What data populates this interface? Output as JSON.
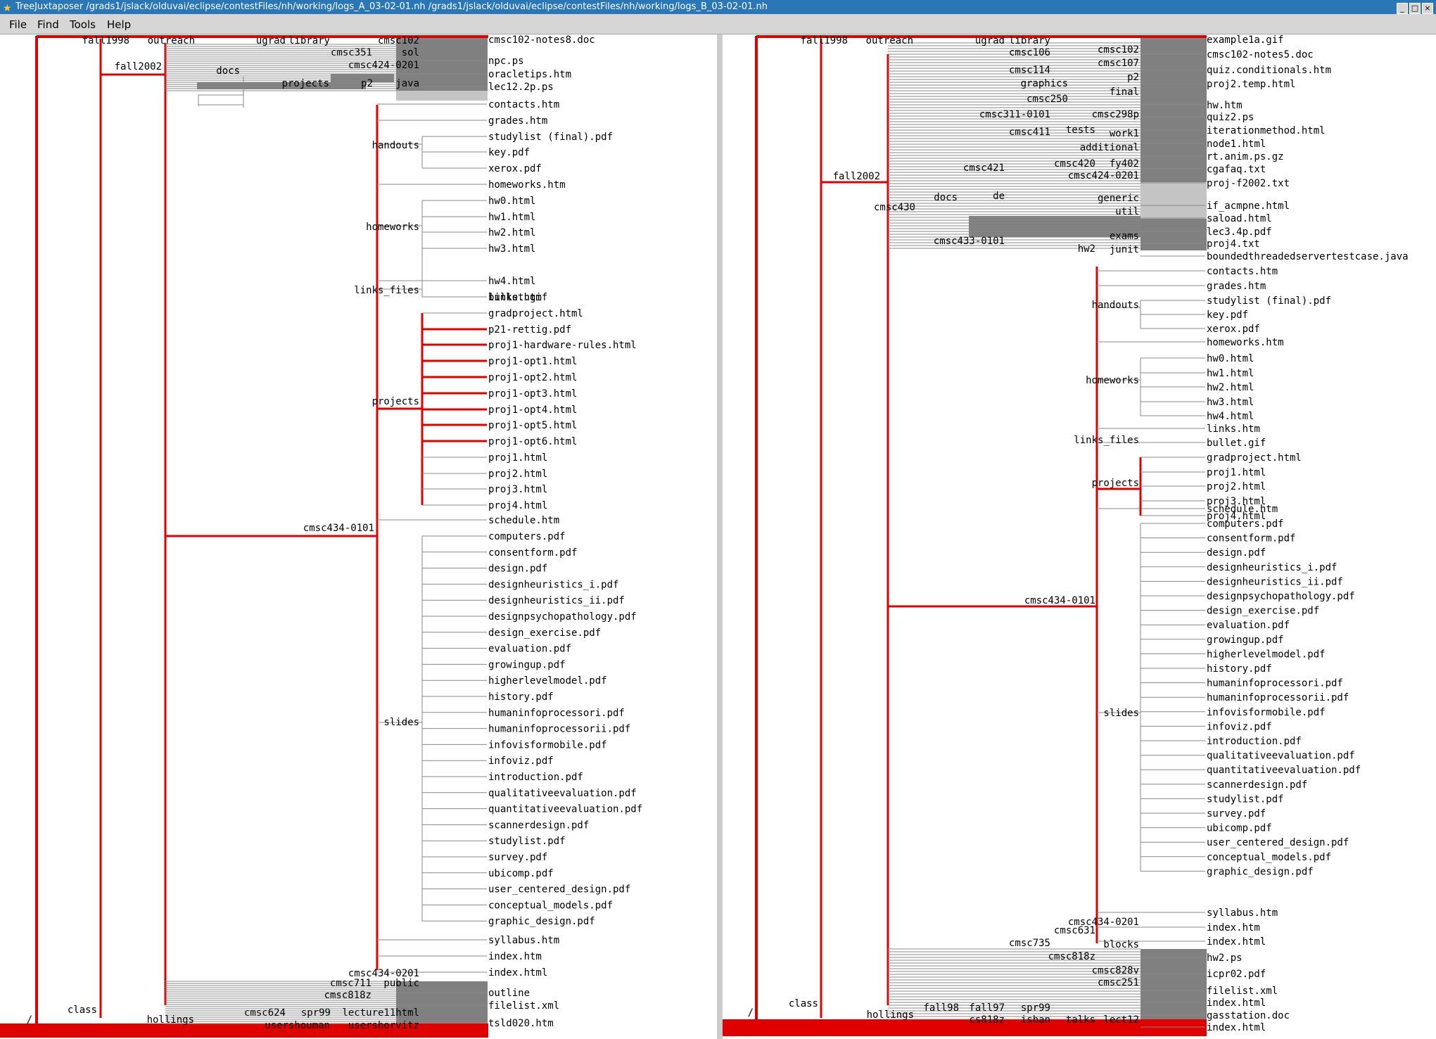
{
  "window": {
    "title": "TreeJuxtaposer /grads1/jslack/olduvai/eclipse/contestFiles/nh/working/logs_A_03-02-01.nh /grads1/jslack/olduvai/eclipse/contestFiles/nh/working/logs_B_03-02-01.nh",
    "app_icon": "star-icon",
    "buttons": [
      "minimize-icon",
      "maximize-icon",
      "close-icon"
    ]
  },
  "menu": [
    "File",
    "Find",
    "Tools",
    "Help"
  ],
  "colors": {
    "highlight": "#e00000",
    "tree": "#888888",
    "region": "#808080",
    "region_light": "#c4c4c4",
    "titlebar": "#2b77b5"
  },
  "left_tree": {
    "inner": [
      "/",
      "class",
      "hollings",
      "fall1998",
      "outreach",
      "ugrad",
      "library",
      "cmsc102",
      "cmsc351",
      "sol",
      "fall2002",
      "cmsc424-0201",
      "docs",
      "projects",
      "p2",
      "java",
      "handouts",
      "homeworks",
      "links_files",
      "projects",
      "slides",
      "cmsc434-0101",
      "cmsc434-0201",
      "cmsc711",
      "public",
      "cmsc818z",
      "cmsc624",
      "spr99",
      "lecture11html",
      "usershouman",
      "usershorvitz"
    ],
    "leaves": [
      "cmsc102-notes8.doc",
      "npc.ps",
      "oracletips.htm",
      "lec12.2p.ps",
      "contacts.htm",
      "grades.htm",
      "studylist (final).pdf",
      "key.pdf",
      "xerox.pdf",
      "homeworks.htm",
      "hw0.html",
      "hw1.html",
      "hw2.html",
      "hw3.html",
      "hw4.html",
      "links.htm",
      "bullet.gif",
      "gradproject.html",
      "p21-rettig.pdf",
      "proj1-hardware-rules.html",
      "proj1-opt1.html",
      "proj1-opt2.html",
      "proj1-opt3.html",
      "proj1-opt4.html",
      "proj1-opt5.html",
      "proj1-opt6.html",
      "proj1.html",
      "proj2.html",
      "proj3.html",
      "proj4.html",
      "schedule.htm",
      "computers.pdf",
      "consentform.pdf",
      "design.pdf",
      "designheuristics_i.pdf",
      "designheuristics_ii.pdf",
      "designpsychopathology.pdf",
      "design_exercise.pdf",
      "evaluation.pdf",
      "growingup.pdf",
      "higherlevelmodel.pdf",
      "history.pdf",
      "humaninfoprocessori.pdf",
      "humaninfoprocessorii.pdf",
      "infovisformobile.pdf",
      "infoviz.pdf",
      "introduction.pdf",
      "qualitativeevaluation.pdf",
      "quantitativeevaluation.pdf",
      "scannerdesign.pdf",
      "studylist.pdf",
      "survey.pdf",
      "ubicomp.pdf",
      "user_centered_design.pdf",
      "conceptual_models.pdf",
      "graphic_design.pdf",
      "syllabus.htm",
      "index.htm",
      "index.html",
      "outline",
      "filelist.xml",
      "tsld020.htm"
    ]
  },
  "right_tree": {
    "inner": [
      "/",
      "class",
      "hollings",
      "fall1998",
      "outreach",
      "ugrad",
      "library",
      "cmsc102",
      "cmsc106",
      "cmsc107",
      "fall2002",
      "cmsc114",
      "p2",
      "graphics",
      "final",
      "cmsc250",
      "cmsc298p",
      "cmsc311-0101",
      "cmsc411",
      "tests",
      "work1",
      "additional",
      "cmsc421",
      "cmsc420",
      "fy402",
      "cmsc424-0201",
      "cmsc430",
      "docs",
      "de",
      "generic",
      "util",
      "exams",
      "cmsc433-0101",
      "hw2",
      "junit",
      "handouts",
      "homeworks",
      "links_files",
      "projects",
      "slides",
      "cmsc434-0101",
      "cmsc434-0201",
      "cmsc631",
      "cmsc735",
      "blocks",
      "cmsc818z",
      "cmsc828v",
      "cmsc251",
      "fall98",
      "fall97",
      "spr99",
      "cs818z",
      "ishan",
      "talks",
      "lect12"
    ],
    "leaves": [
      "example1a.gif",
      "cmsc102-notes5.doc",
      "quiz.conditionals.htm",
      "proj2.temp.html",
      "hw.htm",
      "quiz2.ps",
      "iterationmethod.html",
      "node1.html",
      "rt.anim.ps.gz",
      "cgafaq.txt",
      "proj-f2002.txt",
      "if_acmpne.html",
      "saload.html",
      "lec3.4p.pdf",
      "proj4.txt",
      "boundedthreadedservertestcase.java",
      "contacts.htm",
      "grades.htm",
      "studylist (final).pdf",
      "key.pdf",
      "xerox.pdf",
      "homeworks.htm",
      "hw0.html",
      "hw1.html",
      "hw2.html",
      "hw3.html",
      "hw4.html",
      "links.htm",
      "bullet.gif",
      "gradproject.html",
      "proj1.html",
      "proj2.html",
      "proj3.html",
      "proj4.html",
      "schedule.htm",
      "computers.pdf",
      "consentform.pdf",
      "design.pdf",
      "designheuristics_i.pdf",
      "designheuristics_ii.pdf",
      "designpsychopathology.pdf",
      "design_exercise.pdf",
      "evaluation.pdf",
      "growingup.pdf",
      "higherlevelmodel.pdf",
      "history.pdf",
      "humaninfoprocessori.pdf",
      "humaninfoprocessorii.pdf",
      "infovisformobile.pdf",
      "infoviz.pdf",
      "introduction.pdf",
      "qualitativeevaluation.pdf",
      "quantitativeevaluation.pdf",
      "scannerdesign.pdf",
      "studylist.pdf",
      "survey.pdf",
      "ubicomp.pdf",
      "user_centered_design.pdf",
      "conceptual_models.pdf",
      "graphic_design.pdf",
      "syllabus.htm",
      "index.htm",
      "index.html",
      "hw2.ps",
      "icpr02.pdf",
      "filelist.xml",
      "index.html",
      "gasstation.doc",
      "index.html"
    ]
  }
}
